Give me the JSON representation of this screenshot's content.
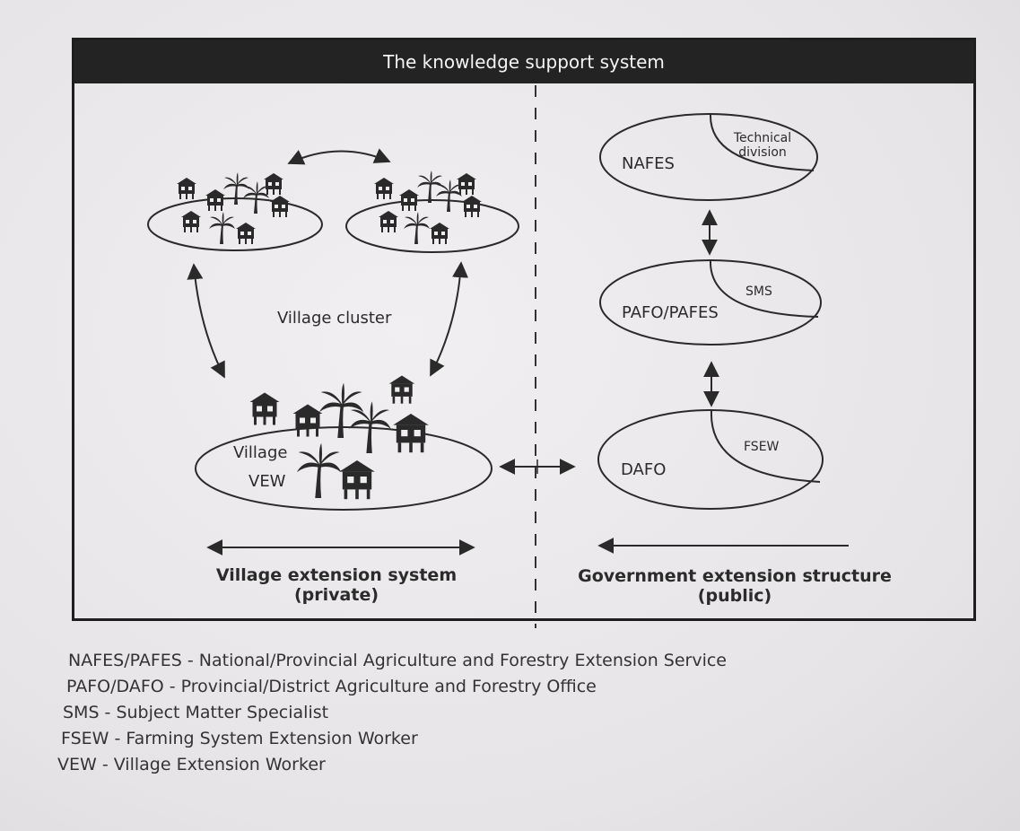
{
  "title": "The knowledge support system",
  "left": {
    "cluster_label": "Village cluster",
    "village_label": "Village",
    "vew_label": "VEW",
    "footer_line1": "Village extension system",
    "footer_line2": "(private)"
  },
  "right": {
    "nafes": {
      "name": "NAFES",
      "section_line1": "Technical",
      "section_line2": "division"
    },
    "pafo": {
      "name": "PAFO/PAFES",
      "section": "SMS"
    },
    "dafo": {
      "name": "DAFO",
      "section": "FSEW"
    },
    "footer_line1": "Government extension structure",
    "footer_line2": "(public)"
  },
  "legend": [
    "NAFES/PAFES - National/Provincial Agriculture and Forestry Extension Service",
    "PAFO/DAFO - Provincial/District Agriculture and Forestry Office",
    "SMS - Subject Matter Specialist",
    "FSEW - Farming System Extension Worker",
    "VEW - Village Extension Worker"
  ]
}
